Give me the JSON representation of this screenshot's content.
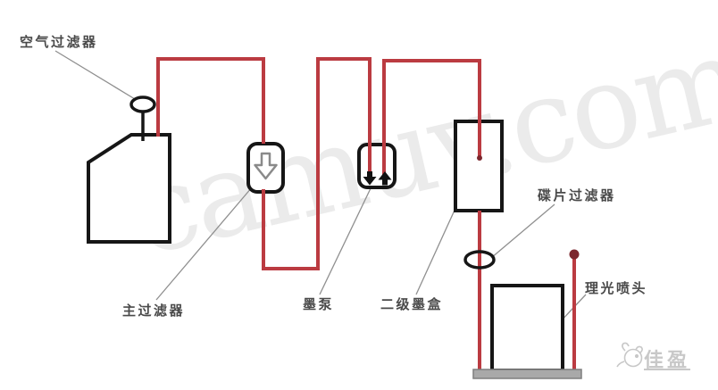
{
  "watermark": {
    "text": "camuv.com"
  },
  "brand": {
    "logo_text": "佳盈",
    "logo_icon": "sheep-icon"
  },
  "labels": {
    "air_filter": "空气过滤器",
    "main_filter": "主过滤器",
    "ink_pump": "墨泵",
    "secondary_ink_cartridge": "二级墨盒",
    "disc_filter": "碟片过滤器",
    "ricoh_printhead": "理光喷头"
  },
  "icons": {
    "main_filter_flow": "down-arrow-icon",
    "pump_flow_in": "down-arrow-icon",
    "pump_flow_out": "up-arrow-icon"
  },
  "colors": {
    "pipe_red": "#bb3b41",
    "pipe_red_dark": "#7c272e",
    "component_black": "#161616",
    "fill_white": "#ffffff",
    "filter_arrow_gray": "#8a8a8a",
    "pump_arrow_black": "#111111",
    "leader_gray": "#8f8f8f",
    "label_gray": "#4a4a4a",
    "base_gray": "#a9a9a9",
    "base_border": "#7f7f7f",
    "logo_gray": "#c8c8c8"
  }
}
